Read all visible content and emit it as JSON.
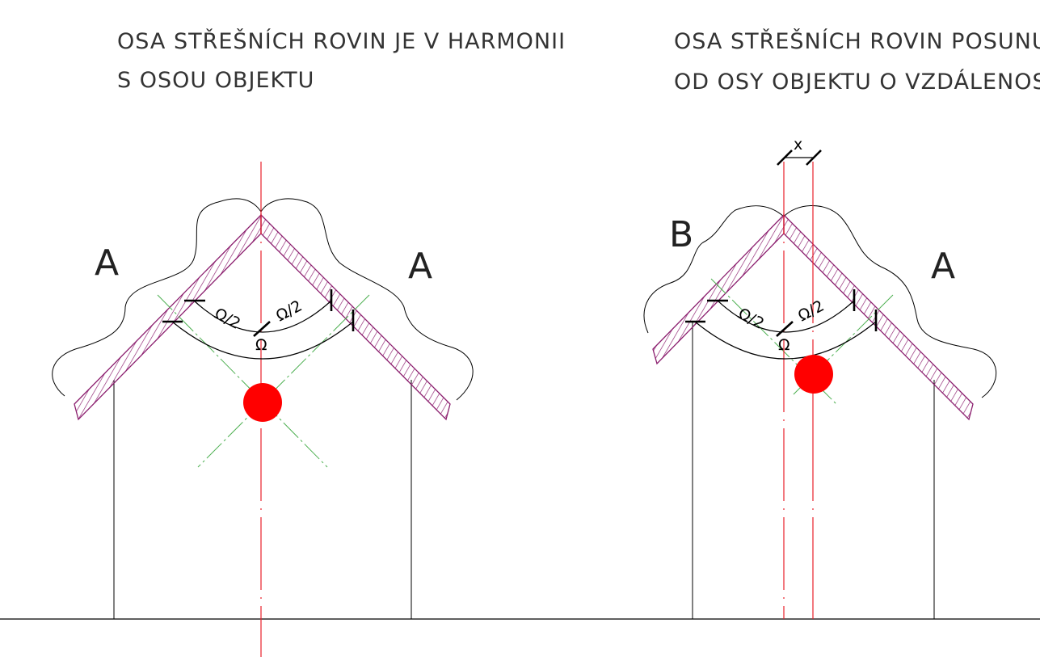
{
  "left_panel": {
    "title_line1": "OSA STŘEŠNÍCH ROVIN JE V HARMONII",
    "title_line2": "S OSOU OBJEKTU",
    "label_left": "A",
    "label_right": "A",
    "angle_half_left": "Ω/2",
    "angle_half_right": "Ω/2",
    "angle_full": "Ω"
  },
  "right_panel": {
    "title_line1": "OSA STŘEŠNÍCH ROVIN POSUNUTÁ",
    "title_line2": "OD OSY OBJEKTU O VZDÁLENOST x",
    "label_left": "B",
    "label_right": "A",
    "angle_half_left": "Ω/2",
    "angle_half_right": "Ω/2",
    "angle_full": "Ω",
    "offset_label": "x"
  },
  "colors": {
    "axis_line": "#e8202a",
    "roof_hatch": "#8b1e6e",
    "chimney_dot": "#ff0000",
    "guide_lines": "#4caf50",
    "outline": "#000000"
  }
}
